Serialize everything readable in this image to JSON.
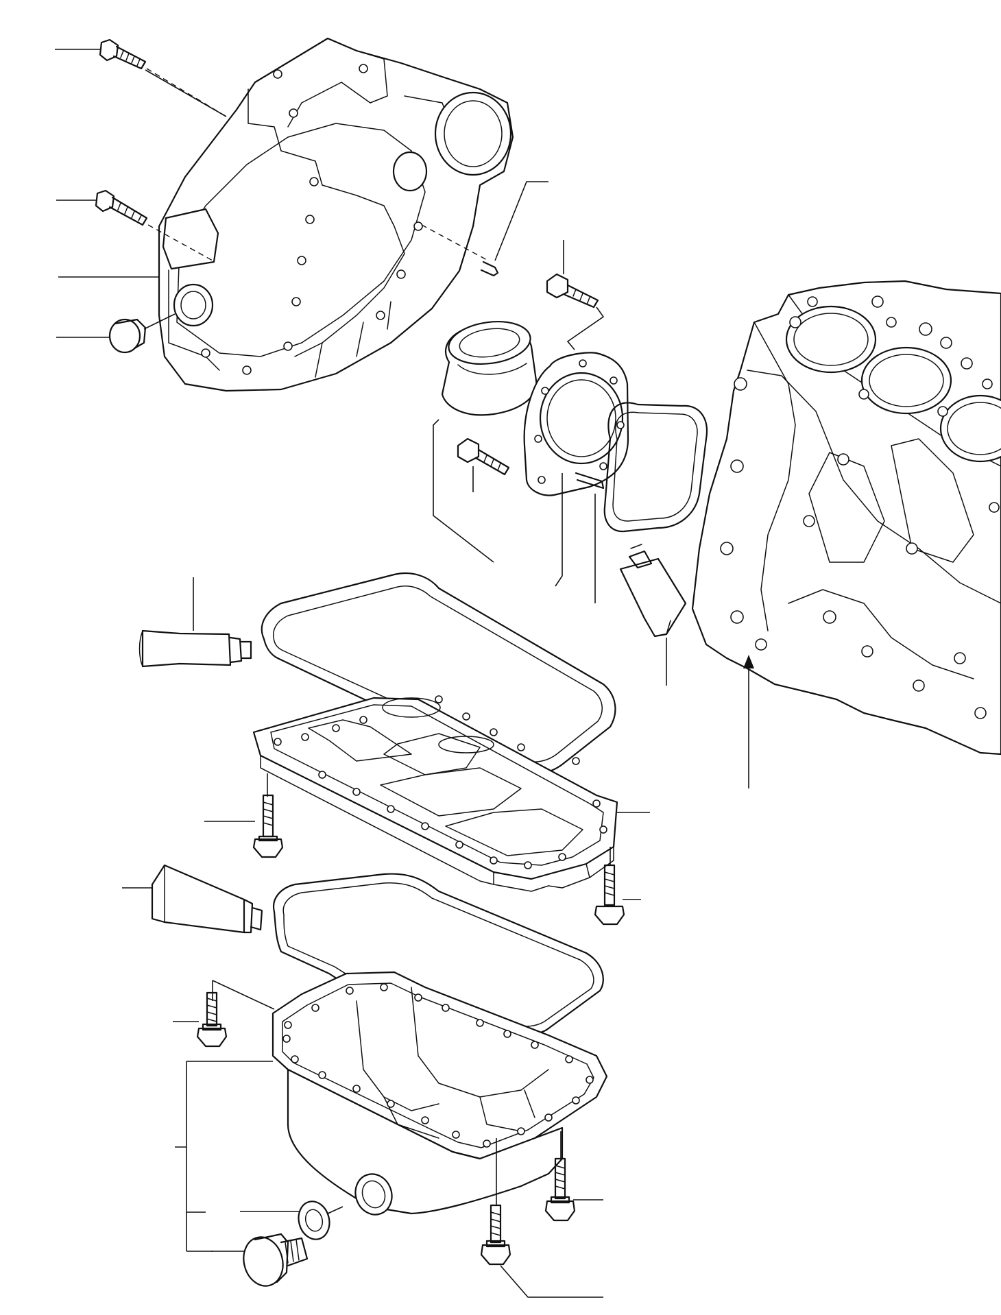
{
  "diagram": {
    "type": "exploded-parts-view",
    "labels": [],
    "parts": [
      {
        "id": "bolt-upper-1",
        "icon": "bolt-icon"
      },
      {
        "id": "bolt-upper-2",
        "icon": "bolt-icon"
      },
      {
        "id": "flywheel-housing",
        "icon": "housing-icon"
      },
      {
        "id": "plug",
        "icon": "plug-icon"
      },
      {
        "id": "dowel-pin",
        "icon": "pin-icon"
      },
      {
        "id": "bolt-seal-case-upper",
        "icon": "bolt-icon"
      },
      {
        "id": "oil-seal",
        "icon": "seal-ring-icon"
      },
      {
        "id": "seal-case",
        "icon": "seal-case-icon"
      },
      {
        "id": "gasket-seal-case",
        "icon": "gasket-icon"
      },
      {
        "id": "bolt-seal-case-lower",
        "icon": "bolt-icon"
      },
      {
        "id": "sealant-tube-right",
        "icon": "sealant-tube-icon"
      },
      {
        "id": "cylinder-block",
        "icon": "engine-block-icon"
      },
      {
        "id": "sealant-tube-upper-left",
        "icon": "sealant-tube-icon"
      },
      {
        "id": "gasket-upper",
        "icon": "gasket-icon"
      },
      {
        "id": "oil-pan-adapter",
        "icon": "oil-pan-icon"
      },
      {
        "id": "bolt-adapter-left",
        "icon": "bolt-icon"
      },
      {
        "id": "bolt-adapter-right",
        "icon": "bolt-icon"
      },
      {
        "id": "sealant-tube-lower-left",
        "icon": "sealant-tube-icon"
      },
      {
        "id": "gasket-lower",
        "icon": "gasket-icon"
      },
      {
        "id": "bolt-oil-pan-left",
        "icon": "bolt-icon"
      },
      {
        "id": "oil-pan",
        "icon": "oil-pan-icon"
      },
      {
        "id": "washer",
        "icon": "washer-icon"
      },
      {
        "id": "drain-plug",
        "icon": "drain-plug-icon"
      },
      {
        "id": "bolt-oil-pan-bottom-right",
        "icon": "bolt-icon"
      },
      {
        "id": "bolt-oil-pan-bottom",
        "icon": "bolt-icon"
      }
    ]
  }
}
